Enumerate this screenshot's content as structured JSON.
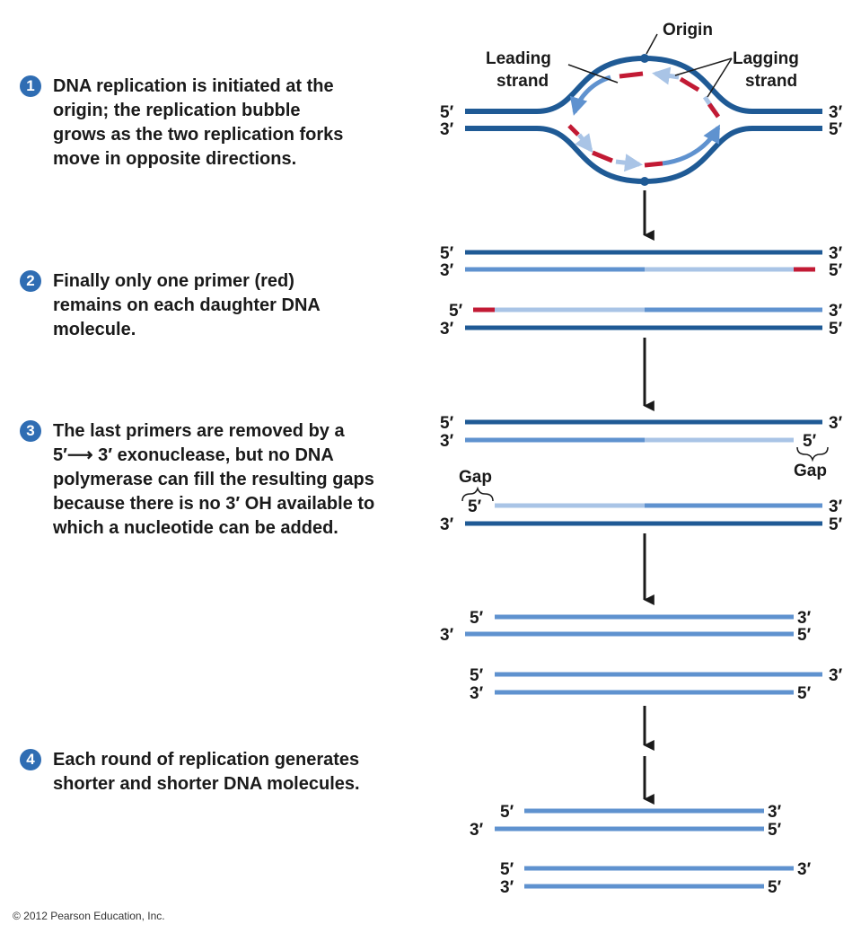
{
  "steps": [
    {
      "number": "1",
      "text": "DNA replication is initiated at the\norigin; the replication bubble\ngrows as the two replication forks\nmove in opposite directions."
    },
    {
      "number": "2",
      "text": "Finally only one primer (red)\nremains on each daughter DNA\nmolecule."
    },
    {
      "number": "3",
      "text": "The last primers are removed by a\n5′⟶ 3′ exonuclease, but no DNA\npolymerase can fill the resulting gaps\nbecause there is no 3′ OH available to\nwhich a nucleotide can be added."
    },
    {
      "number": "4",
      "text": "Each round of replication generates\nshorter and shorter DNA molecules."
    }
  ],
  "labels": {
    "origin": "Origin",
    "leading_1": "Leading",
    "leading_2": "strand",
    "lagging_1": "Lagging",
    "lagging_2": "strand",
    "gap": "Gap",
    "five_prime": "5′",
    "three_prime": "3′"
  },
  "copyright": "© 2012 Pearson Education, Inc.",
  "colors": {
    "parental_strand": "#1f5a95",
    "new_strand": "#5f92cf",
    "lagging_strand": "#a9c4e6",
    "primer": "#c21a34",
    "arrow": "#1a1a1a",
    "step_badge": "#2f6db3"
  }
}
